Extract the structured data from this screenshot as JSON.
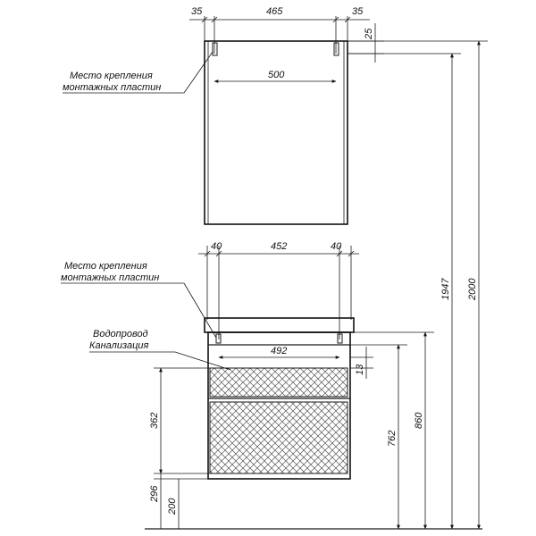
{
  "mirror": {
    "top_left_offset": "35",
    "top_width": "465",
    "top_right_offset": "35",
    "top_gap": "25",
    "plate_span": "500",
    "note_line1": "Место крепления",
    "note_line2": "монтажных пластин"
  },
  "cabinet": {
    "top_left_offset": "40",
    "top_width": "452",
    "top_right_offset": "40",
    "plate_span": "492",
    "note_line1": "Место крепления",
    "note_line2": "монтажных пластин",
    "pipes_line1": "Водопровод",
    "pipes_line2": "Канализация",
    "gap_13": "13"
  },
  "heights": {
    "h362": "362",
    "h296": "296",
    "h200": "200",
    "h762": "762",
    "h860": "860",
    "h1947": "1947",
    "h2000": "2000"
  },
  "colors": {
    "line": "#1a1a1a",
    "pattern": "#555555"
  }
}
